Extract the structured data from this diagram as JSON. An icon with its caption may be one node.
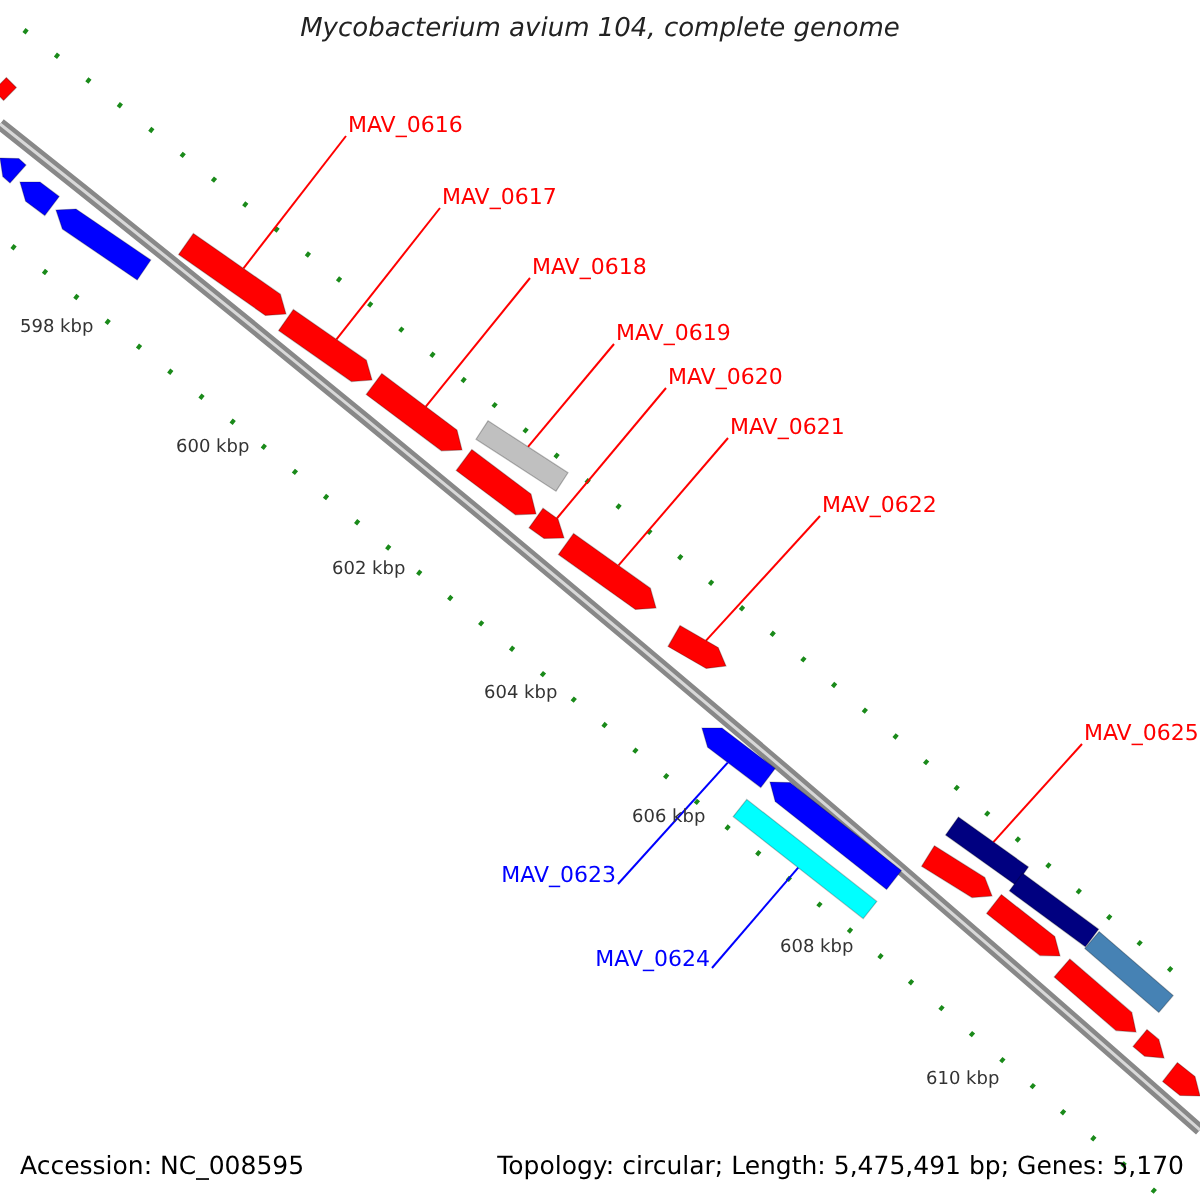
{
  "diagram": {
    "title": "Mycobacterium avium 104, complete genome",
    "nodes": [
      {
        "text": [
          "MAV_0616"
        ]
      },
      {
        "text": [
          "MAV_0617"
        ]
      },
      {
        "text": [
          "MAV_0618"
        ]
      },
      {
        "text": [
          "MAV_0619"
        ]
      },
      {
        "text": [
          "MAV_0620"
        ]
      },
      {
        "text": [
          "MAV_0621"
        ]
      },
      {
        "text": [
          "MAV_0622"
        ]
      },
      {
        "text": [
          "MAV_0625"
        ]
      },
      {
        "text": [
          "MAV_0623"
        ]
      },
      {
        "text": [
          "MAV_0624"
        ]
      },
      {
        "text": [],
        "shape": "bar"
      },
      {
        "text": [],
        "shape": "arrow"
      },
      {
        "text": [],
        "shape": "arrow"
      },
      {
        "text": [],
        "shape": "arrow"
      },
      {
        "text": [],
        "shape": "arrow"
      },
      {
        "text": [],
        "shape": "arrow"
      },
      {
        "text": [],
        "shape": "arrow"
      },
      {
        "text": [],
        "shape": "bar"
      },
      {
        "text": [],
        "shape": "arrow"
      },
      {
        "text": [],
        "shape": "arrow"
      },
      {
        "text": [],
        "shape": "arrow"
      },
      {
        "text": [],
        "shape": "arrow"
      },
      {
        "text": [],
        "shape": "arrow"
      },
      {
        "text": [],
        "shape": "bar"
      },
      {
        "text": [],
        "shape": "arrow"
      },
      {
        "text": [],
        "shape": "bar"
      },
      {
        "text": [],
        "shape": "arrow"
      },
      {
        "text": [],
        "shape": "bar"
      },
      {
        "text": [],
        "shape": "bar"
      },
      {
        "text": [],
        "shape": "arrow"
      },
      {
        "text": [],
        "shape": "arrow"
      },
      {
        "text": [],
        "shape": "arrow"
      },
      {
        "text": [],
        "shape": "arrow"
      }
    ],
    "edges": [
      {
        "from": 0,
        "to": 14,
        "arrow": "none"
      },
      {
        "from": 1,
        "to": 15,
        "arrow": "none"
      },
      {
        "from": 2,
        "to": 16,
        "arrow": "none"
      },
      {
        "from": 3,
        "to": 17,
        "arrow": "none"
      },
      {
        "from": 4,
        "to": 19,
        "arrow": "none"
      },
      {
        "from": 5,
        "to": 20,
        "arrow": "none"
      },
      {
        "from": 6,
        "to": 21,
        "arrow": "none"
      },
      {
        "from": 7,
        "to": 25,
        "arrow": "none"
      },
      {
        "from": 8,
        "to": 22,
        "arrow": "none",
        "color": "#0000ff"
      },
      {
        "from": 9,
        "to": 23,
        "arrow": "none",
        "color": "#0000ff"
      }
    ],
    "labels": [
      "598 kbp",
      "600 kbp",
      "602 kbp",
      "604 kbp",
      "606 kbp",
      "608 kbp",
      "610 kbp",
      "Accession: NC_008595",
      "Topology: circular; Length: 5,475,491 bp; Genes: 5,170"
    ]
  }
}
